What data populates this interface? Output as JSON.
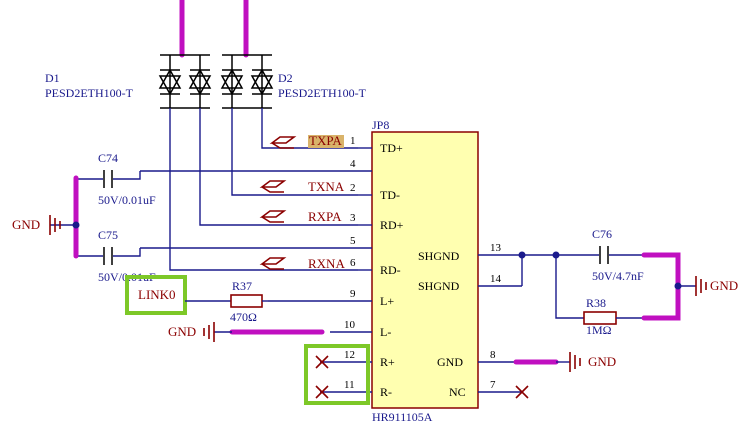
{
  "schematic": {
    "d1": {
      "ref": "D1",
      "part": "PESD2ETH100-T"
    },
    "d2": {
      "ref": "D2",
      "part": "PESD2ETH100-T"
    },
    "jp8": {
      "ref": "JP8",
      "part": "HR911105A"
    },
    "c74": {
      "ref": "C74",
      "value": "50V/0.01uF"
    },
    "c75": {
      "ref": "C75",
      "value": "50V/0.01uF"
    },
    "c76": {
      "ref": "C76",
      "value": "50V/4.7nF"
    },
    "r37": {
      "ref": "R37",
      "value": "470Ω"
    },
    "r38": {
      "ref": "R38",
      "value": "1MΩ"
    },
    "nets": {
      "txpa": "TXPA",
      "txna": "TXNA",
      "rxpa": "RXPA",
      "rxna": "RXNA",
      "link0": "LINK0",
      "gnd": "GND"
    },
    "pins_left": [
      {
        "num": "1",
        "name": "TD+"
      },
      {
        "num": "4",
        "name": ""
      },
      {
        "num": "2",
        "name": "TD-"
      },
      {
        "num": "3",
        "name": "RD+"
      },
      {
        "num": "5",
        "name": ""
      },
      {
        "num": "6",
        "name": "RD-"
      },
      {
        "num": "9",
        "name": "L+"
      },
      {
        "num": "10",
        "name": "L-"
      },
      {
        "num": "12",
        "name": "R+"
      },
      {
        "num": "11",
        "name": "R-"
      }
    ],
    "pins_right": [
      {
        "num": "13",
        "name": "SHGND"
      },
      {
        "num": "14",
        "name": "SHGND"
      },
      {
        "num": "8",
        "name": "GND"
      },
      {
        "num": "7",
        "name": "NC"
      }
    ],
    "colors": {
      "wire": "#1a1a8c",
      "component": "#8b0000",
      "highlight": "#c010c0",
      "box": "#7dc828",
      "chip": "#ffffb0"
    }
  }
}
